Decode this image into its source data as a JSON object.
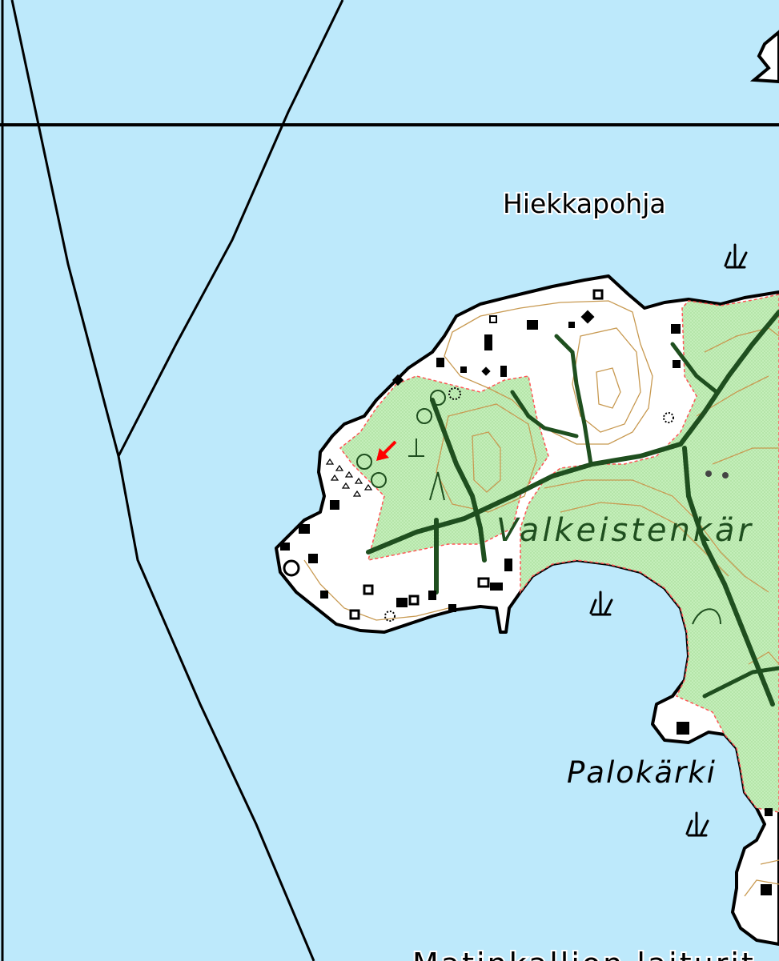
{
  "map": {
    "labels": {
      "bay": "Hiekkapohja",
      "cape_main": "Valkeistenkär",
      "cape_south": "Palokärki",
      "bottom_partial": "Matinkallion laiturit"
    },
    "colors": {
      "water": "#bde9fb",
      "land": "#ffffff",
      "forest": "#c4eeba",
      "coastline": "#000000",
      "contour": "#c89a52",
      "path": "#1f4f1f",
      "marker": "#ff0000",
      "boundary": "#ff0000"
    },
    "symbols": {
      "reed": "reed-symbol",
      "building": "building-symbol",
      "marker": "location-arrow"
    }
  }
}
